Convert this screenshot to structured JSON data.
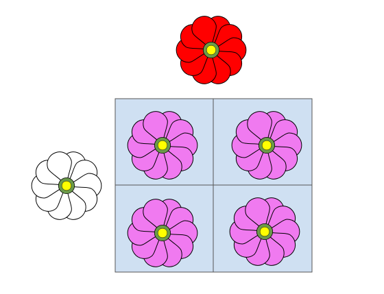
{
  "figure": {
    "type": "punnett-square",
    "rows": 2,
    "columns": 2
  },
  "colors": {
    "grid_fill": "#cfe0f2",
    "grid_stroke": "#555555",
    "center_ring": "#6b9a4a",
    "center_dot": "#ffff00",
    "outline": "#000000"
  },
  "parents": [
    {
      "name": "top-parent-flower",
      "petal_color": "#ff0000"
    },
    {
      "name": "left-parent-flower",
      "petal_color": "#ffffff"
    }
  ],
  "offspring": [
    {
      "name": "offspring-flower-r1c1",
      "petal_color": "#f07af0"
    },
    {
      "name": "offspring-flower-r1c2",
      "petal_color": "#f07af0"
    },
    {
      "name": "offspring-flower-r2c1",
      "petal_color": "#f07af0"
    },
    {
      "name": "offspring-flower-r2c2",
      "petal_color": "#f07af0"
    }
  ]
}
